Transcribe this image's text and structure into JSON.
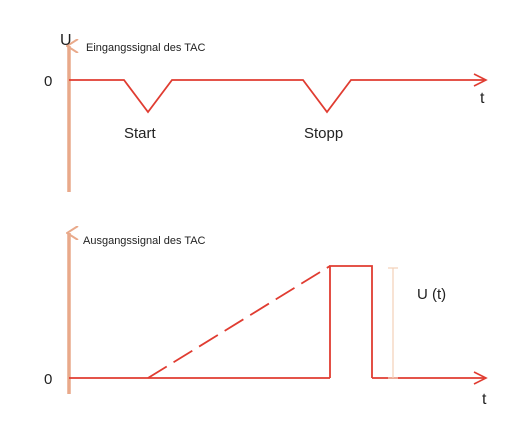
{
  "colors": {
    "signal": "#e03c31",
    "axis_y": "#e9a98a",
    "marker": "#f2d0b8",
    "text": "#222222"
  },
  "top_panel": {
    "y_axis_label": "U",
    "title": "Eingangssignal des TAC",
    "zero_label": "0",
    "x_axis_label": "t",
    "start_label": "Start",
    "stop_label": "Stopp"
  },
  "bottom_panel": {
    "title": "Ausgangssignal des TAC",
    "zero_label": "0",
    "x_axis_label": "t",
    "amplitude_label": "U (t)"
  }
}
